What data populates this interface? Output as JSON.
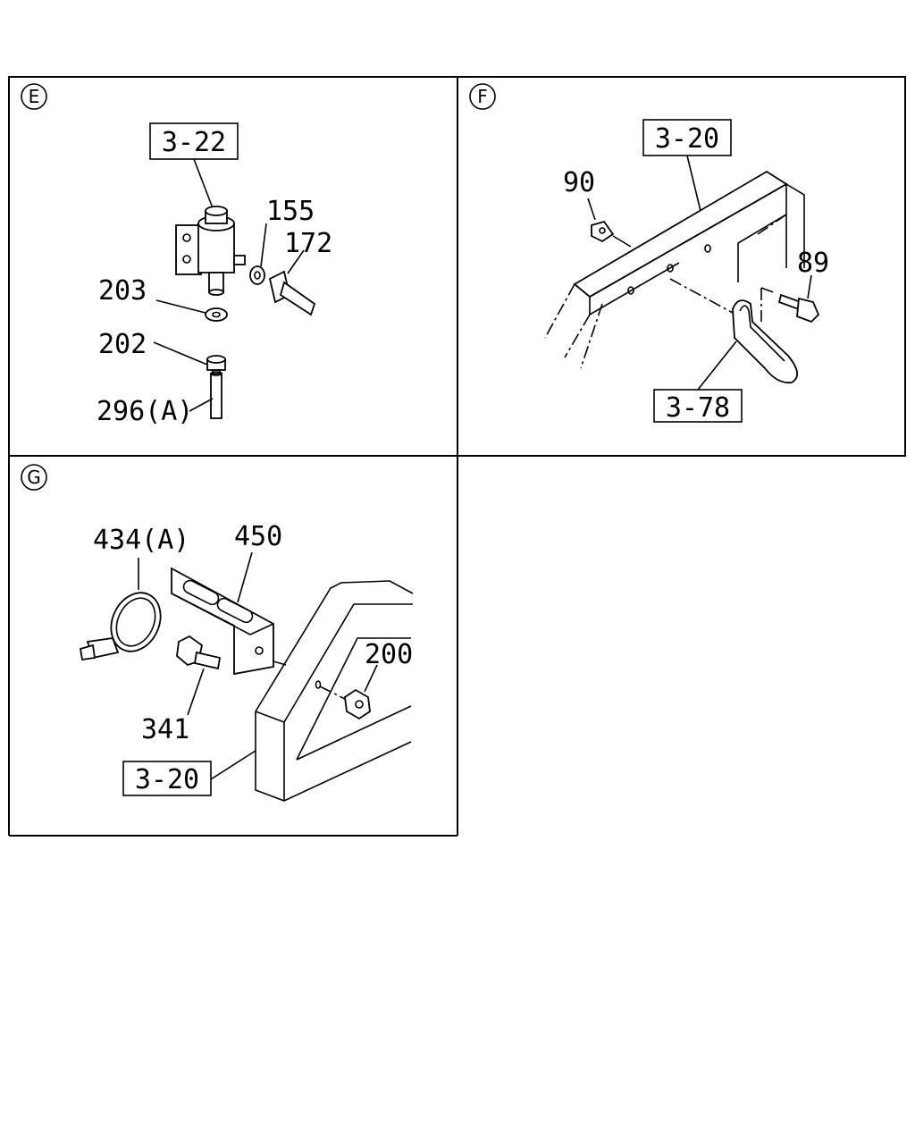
{
  "panels": {
    "E": {
      "letter": "E",
      "labels": {
        "ref": "3-22",
        "p155": "155",
        "p172": "172",
        "p203": "203",
        "p202": "202",
        "p296": "296(A)"
      }
    },
    "F": {
      "letter": "F",
      "labels": {
        "ref_top": "3-20",
        "p90": "90",
        "p89": "89",
        "ref_bottom": "3-78"
      }
    },
    "G": {
      "letter": "G",
      "labels": {
        "p434": "434(A)",
        "p450": "450",
        "p200": "200",
        "p341": "341",
        "ref": "3-20"
      }
    }
  }
}
